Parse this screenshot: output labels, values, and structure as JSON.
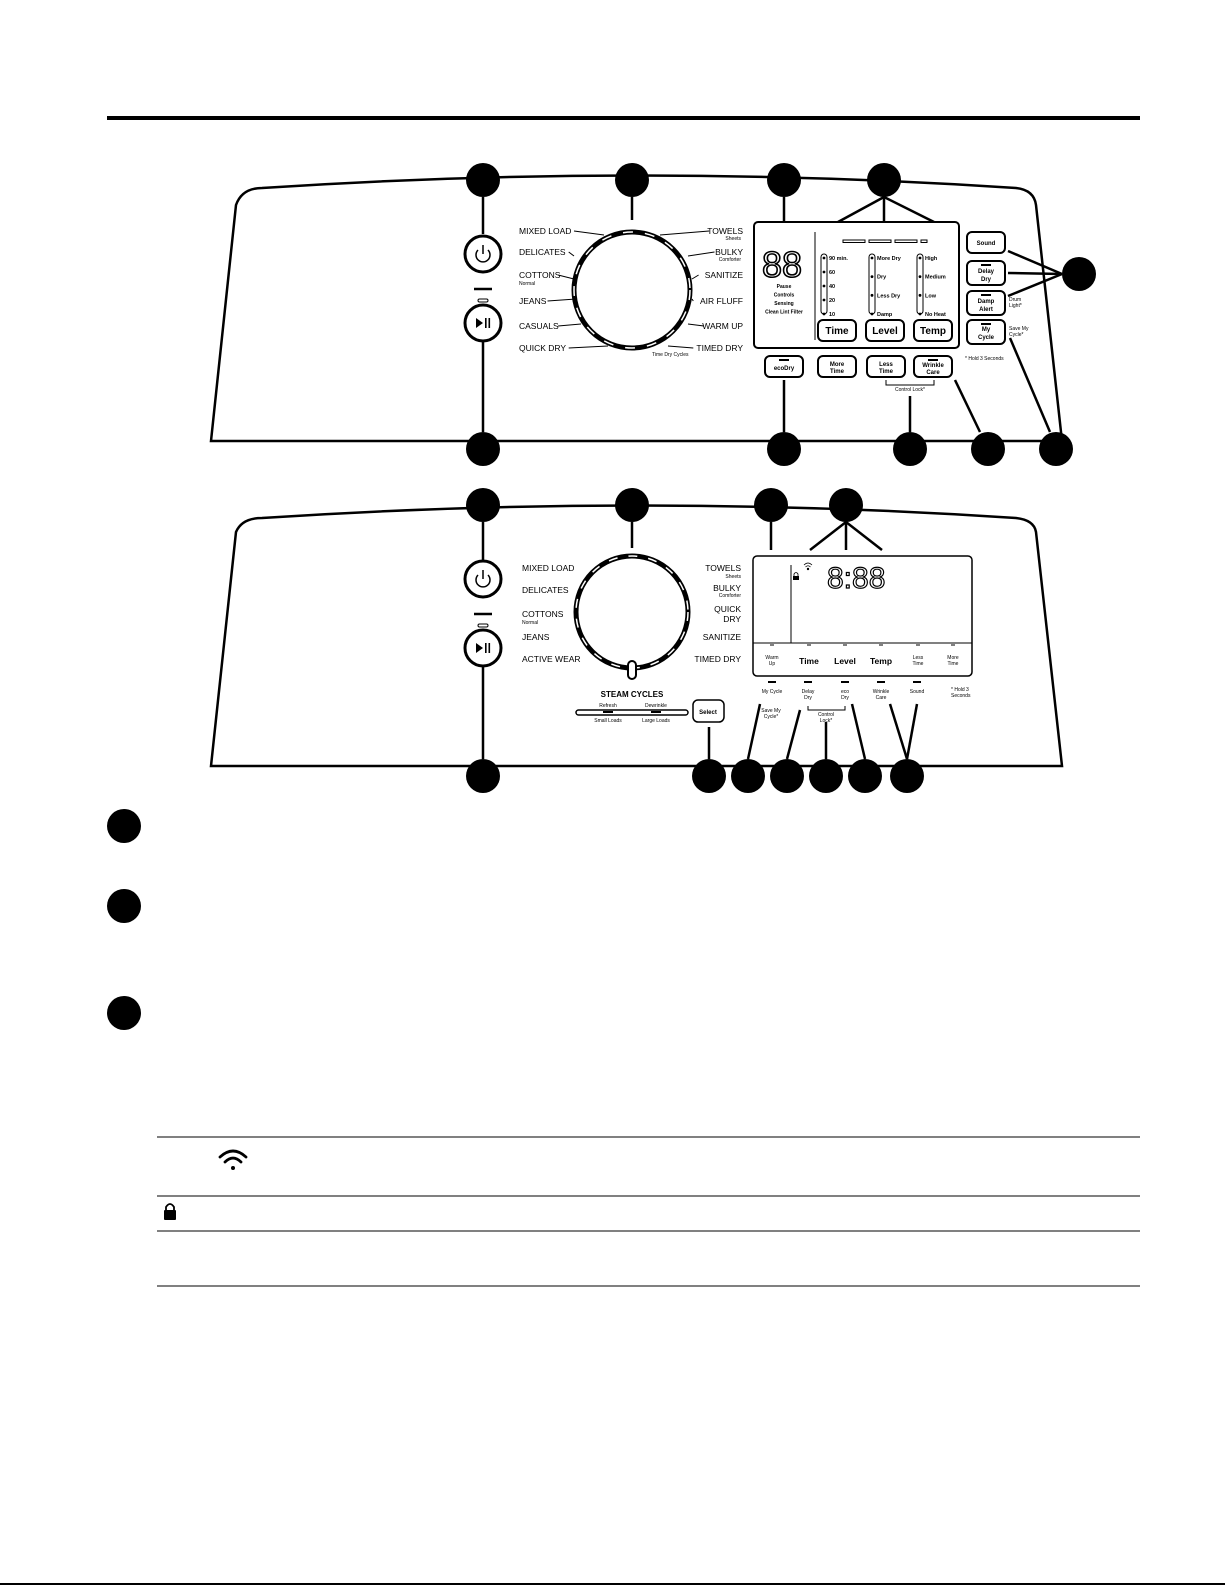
{
  "panel1": {
    "dial_left": [
      "MIXED LOAD",
      "DELICATES",
      "COTTONS",
      "JEANS",
      "CASUALS",
      "QUICK DRY"
    ],
    "dial_left_sub": {
      "COTTONS": "Normal"
    },
    "dial_right": [
      "TOWELS",
      "BULKY",
      "SANITIZE",
      "AIR FLUFF",
      "WARM UP",
      "TIMED DRY"
    ],
    "dial_right_sub": {
      "TOWELS": "Sheets",
      "BULKY": "Comforter"
    },
    "time_dry_note": "Time Dry Cycles",
    "display_digits": "88",
    "status": [
      "Pause",
      "Controls",
      "Sensing",
      "Clean Lint Filter"
    ],
    "time_options": [
      "90 min.",
      "60",
      "40",
      "20",
      "10"
    ],
    "level_options": [
      "More Dry",
      "Dry",
      "Less Dry",
      "Damp"
    ],
    "temp_options": [
      "High",
      "Medium",
      "Low",
      "No Heat"
    ],
    "btn_time": "Time",
    "btn_level": "Level",
    "btn_temp": "Temp",
    "btn_sound": "Sound",
    "btn_delay": [
      "Delay",
      "Dry"
    ],
    "btn_damp": [
      "Damp",
      "Alert"
    ],
    "drum_light": [
      "Drum",
      "Light*"
    ],
    "btn_mycycle": [
      "My",
      "Cycle"
    ],
    "save_mycycle": [
      "Save My",
      "Cycle*"
    ],
    "hold_note": "* Hold 3 Seconds",
    "btn_ecodry": "ecoDry",
    "btn_more_time": [
      "More",
      "Time"
    ],
    "btn_less_time": [
      "Less",
      "Time"
    ],
    "btn_wrinkle": [
      "Wrinkle",
      "Care"
    ],
    "control_lock": "Control Lock*"
  },
  "panel2": {
    "dial_left": [
      "MIXED LOAD",
      "DELICATES",
      "COTTONS",
      "JEANS",
      "ACTIVE WEAR"
    ],
    "dial_left_sub": {
      "COTTONS": "Normal"
    },
    "dial_right": [
      "TOWELS",
      "BULKY",
      "QUICK",
      "DRY",
      "SANITIZE",
      "TIMED DRY"
    ],
    "dial_right_sub": {
      "TOWELS": "Sheets",
      "BULKY": "Comforter"
    },
    "steam_title": "STEAM CYCLES",
    "steam_opts": [
      "Refresh",
      "Dewrinkle"
    ],
    "steam_subs": [
      "Small Loads",
      "Large Loads"
    ],
    "btn_select": "Select",
    "display_time": "8:88",
    "btn_row": [
      [
        "Warm",
        "Up"
      ],
      [
        "Time"
      ],
      [
        "Level"
      ],
      [
        "Temp"
      ],
      [
        "Less",
        "Time"
      ],
      [
        "More",
        "Time"
      ]
    ],
    "below_row": [
      [
        "My Cycle"
      ],
      [
        "Delay",
        "Dry"
      ],
      [
        "eco",
        "Dry"
      ],
      [
        "Wrinkle",
        "Care"
      ],
      [
        "Sound"
      ]
    ],
    "save_mycycle": [
      "Save My",
      "Cycle*"
    ],
    "control_lock": [
      "Control",
      "Lock*"
    ],
    "hold_note": [
      "* Hold 3",
      "Seconds"
    ]
  }
}
